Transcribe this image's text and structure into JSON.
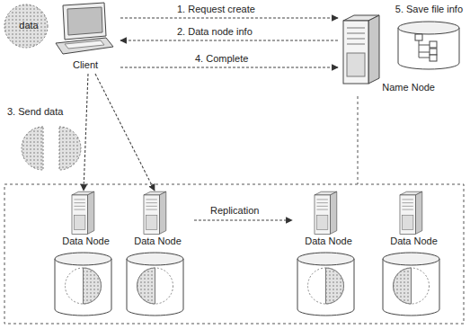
{
  "diagram": {
    "nodes": [
      {
        "text": [
          "data"
        ]
      },
      {
        "text": [
          "Client"
        ]
      },
      {
        "text": [
          "Name Node"
        ]
      },
      {
        "text": [
          "5. Save file info"
        ]
      },
      {
        "text": [
          "Data Node"
        ]
      },
      {
        "text": [
          "Data Node"
        ]
      },
      {
        "text": [
          "Data Node"
        ]
      },
      {
        "text": [
          "Data Node"
        ]
      }
    ],
    "edges": [
      {
        "from": 1,
        "to": 2,
        "label": "1. Request create",
        "arrow": "to"
      },
      {
        "from": 2,
        "to": 1,
        "label": "2. Data node info",
        "arrow": "to"
      },
      {
        "from": 1,
        "to": 2,
        "label": "4. Complete",
        "arrow": "to"
      },
      {
        "from": 1,
        "to": 4,
        "label": "3. Send data",
        "arrow": "to"
      },
      {
        "from": 1,
        "to": 5,
        "arrow": "to"
      },
      {
        "from": 5,
        "to": 6,
        "label": "Replication",
        "arrow": "to"
      }
    ]
  }
}
